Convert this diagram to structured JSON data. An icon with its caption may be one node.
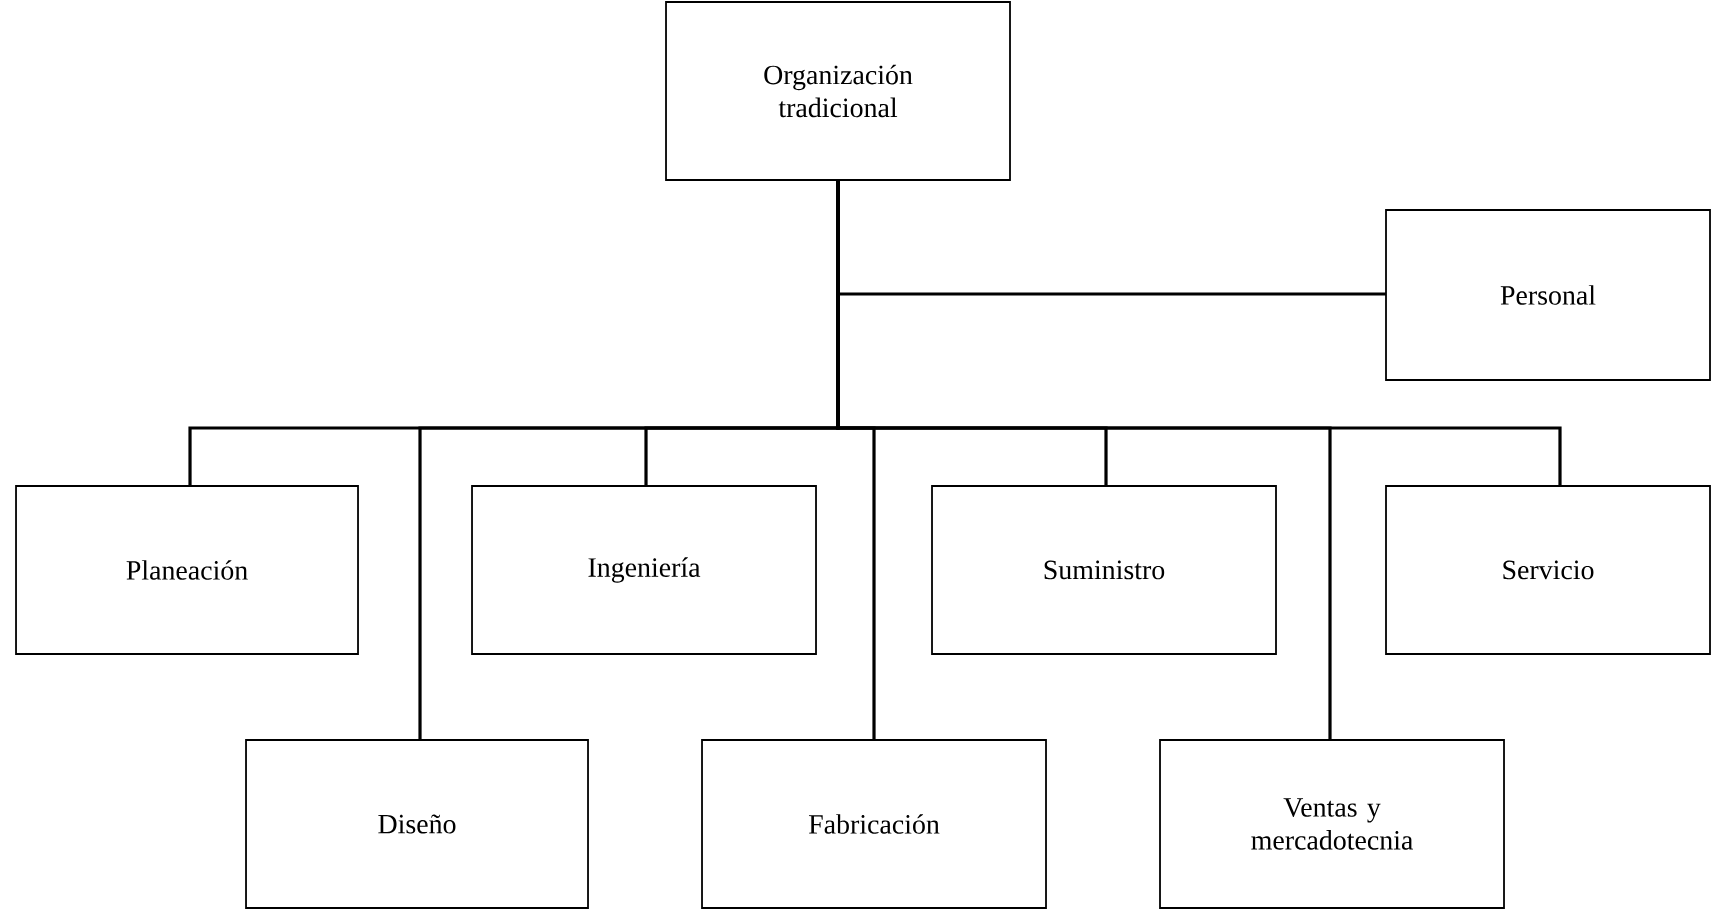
{
  "diagram": {
    "nodes": [
      {
        "text": [
          "Organización tradicional"
        ]
      },
      {
        "text": [
          "Personal"
        ]
      },
      {
        "text": [
          "Planeación"
        ]
      },
      {
        "text": [
          "Diseño"
        ]
      },
      {
        "text": [
          "Ingeniería"
        ]
      },
      {
        "text": [
          "Fabricación"
        ]
      },
      {
        "text": [
          "Suministro"
        ]
      },
      {
        "text": [
          "Ventas y mercadotecnia"
        ]
      },
      {
        "text": [
          "Servicio"
        ]
      }
    ],
    "edges": [
      {
        "from": 0,
        "to": 1,
        "arrow": "none"
      },
      {
        "from": 0,
        "to": 2,
        "arrow": "none"
      },
      {
        "from": 0,
        "to": 3,
        "arrow": "none"
      },
      {
        "from": 0,
        "to": 4,
        "arrow": "none"
      },
      {
        "from": 0,
        "to": 5,
        "arrow": "none"
      },
      {
        "from": 0,
        "to": 6,
        "arrow": "none"
      },
      {
        "from": 0,
        "to": 7,
        "arrow": "none"
      },
      {
        "from": 0,
        "to": 8,
        "arrow": "none"
      }
    ]
  }
}
